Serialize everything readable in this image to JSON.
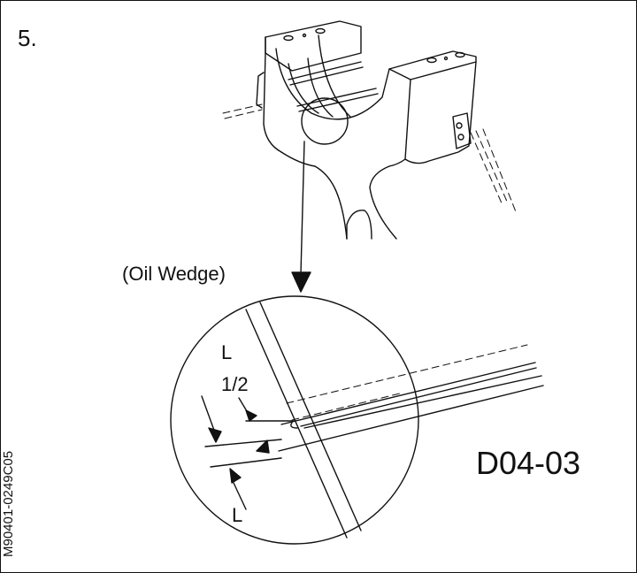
{
  "step_number": "5.",
  "callout_label": "(Oil Wedge)",
  "dimension_labels": {
    "top_l": "L",
    "half": "1/2",
    "bottom_l": "L"
  },
  "figure_code": "D04-03",
  "drawing_reference": "M90401-0249C05",
  "colors": {
    "line": "#111111",
    "background": "#ffffff"
  }
}
